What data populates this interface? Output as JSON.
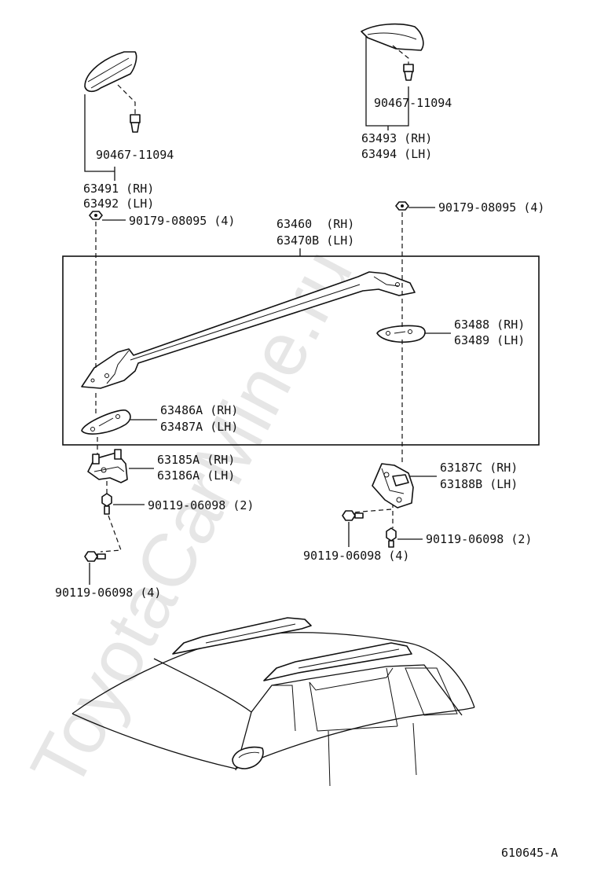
{
  "watermark": "ToyotaCarMine.ru",
  "labels": {
    "c1_clip": "90467-11094",
    "c1_rh": "63491 (RH)",
    "c1_lh": "63492 (LH)",
    "c2_clip": "90467-11094",
    "c2_rh": "63493 (RH)",
    "c2_lh": "63494 (LH)",
    "nut_left": "90179-08095 (4)",
    "nut_right": "90179-08095 (4)",
    "rail_rh": "63460  (RH)",
    "rail_lh": "63470B (LH)",
    "gasket_right_rh": "63488 (RH)",
    "gasket_right_lh": "63489 (LH)",
    "gasket_left_rh": "63486A (RH)",
    "gasket_left_lh": "63487A (LH)",
    "bracket_left_rh": "63185A (RH)",
    "bracket_left_lh": "63186A (LH)",
    "bolt_left_upper": "90119-06098 (2)",
    "bolt_left_lower": "90119-06098 (4)",
    "bracket_right_rh": "63187C (RH)",
    "bracket_right_lh": "63188B (LH)",
    "bolt_right_upper": "90119-06098 (2)",
    "bolt_right_lower": "90119-06098 (4)"
  },
  "figure_code": "610645-A"
}
